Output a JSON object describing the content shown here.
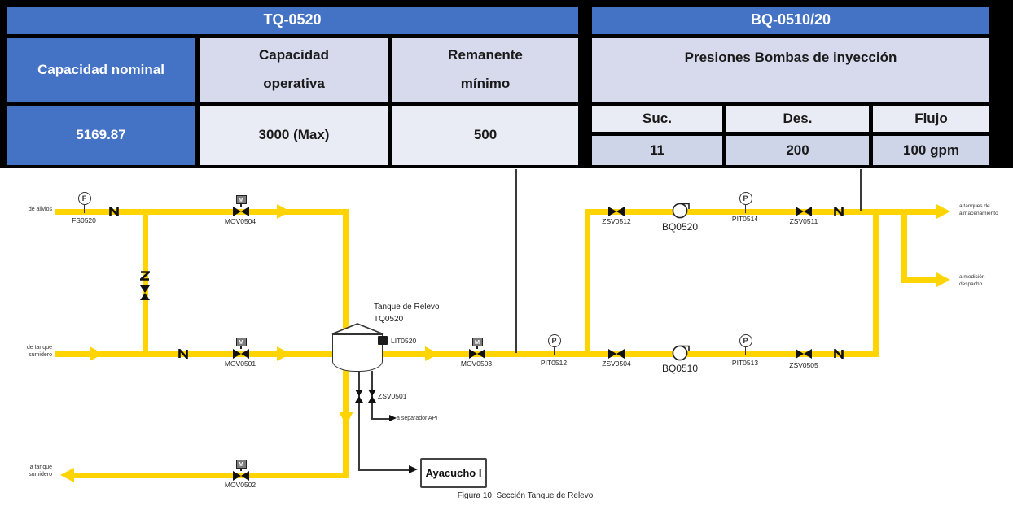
{
  "page": {
    "caption": "Figura 10. Sección Tanque de Relevo"
  },
  "table_tq": {
    "title": "TQ-0520",
    "headers": [
      "Capacidad nominal",
      "Capacidad operativa",
      "Remanente mínimo"
    ],
    "values": [
      "5169.87",
      "3000 (Max)",
      "500"
    ]
  },
  "table_bq": {
    "title": "BQ-0510/20",
    "subtitle": "Presiones Bombas de inyección",
    "headers": [
      "Suc.",
      "Des.",
      "Flujo"
    ],
    "values": [
      "11",
      "200",
      "100 gpm"
    ]
  },
  "diagram": {
    "tank": {
      "name": "Tanque de Relevo",
      "tag": "TQ0520",
      "level_transmitter": "LIT0520"
    },
    "destination": "Ayacucho I",
    "streams": {
      "from_reliefs": "de alivios",
      "from_sump_tank": "de tanque sumidero",
      "to_storage_tanks": "a tanques de almacenamiento",
      "to_metering": "a medición despacho",
      "to_sump_tank": "a tanque sumidero",
      "to_api_separator": "a separador API"
    },
    "instruments": {
      "fs0520": "FS0520",
      "pit0512": "PIT0512",
      "pit0513": "PIT0513",
      "pit0514": "PIT0514",
      "flow_letter": "F",
      "pressure_letter": "P"
    },
    "valves": {
      "mov0501": "MOV0501",
      "mov0502": "MOV0502",
      "mov0503": "MOV0503",
      "mov0504": "MOV0504",
      "zsv0501": "ZSV0501",
      "zsv0504": "ZSV0504",
      "zsv0505": "ZSV0505",
      "zsv0511": "ZSV0511",
      "zsv0512": "ZSV0512",
      "motor_letter": "M"
    },
    "pumps": {
      "bq0510": "BQ0510",
      "bq0520": "BQ0520"
    }
  },
  "colors": {
    "accent_blue": "#4472C4",
    "pipe_yellow": "#FFD400",
    "row_mid": "#D6DAEC",
    "row_light": "#EAECF5",
    "row_values": "#CFD5E8",
    "banner_black": "#000000"
  }
}
